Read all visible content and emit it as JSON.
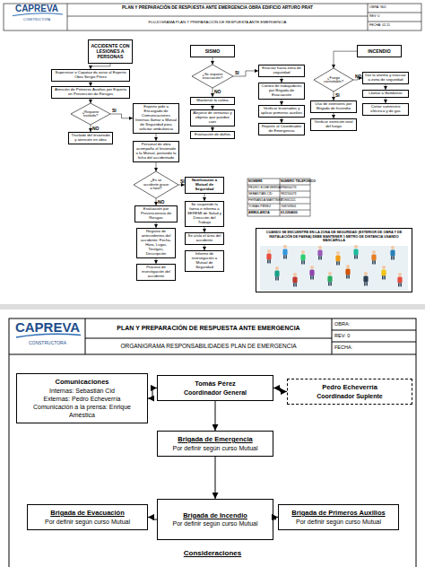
{
  "diagram": {
    "nodes": [
      {
        "text": [
          "ACCIDENTE CON LESIONES A PERSONAS"
        ]
      },
      {
        "text": [
          "SISMO"
        ]
      },
      {
        "text": [
          "INCENDIO"
        ]
      },
      {
        "text": [
          "Supervisor o Capataz da aviso al Experto Obra Sergio Pérez"
        ]
      },
      {
        "text": [
          "Atención de Primeros Auxilios por Experto en Prevención de Riesgos"
        ]
      },
      {
        "text": [
          "¿Requiere traslado?"
        ]
      },
      {
        "text": [
          "Experto pide a Encargado de Comunicaciones Internas llamar a Mutual de Seguridad para solicitar ambulancia"
        ]
      },
      {
        "text": [
          "Traslado del lesionado y atención en obra"
        ]
      },
      {
        "text": [
          "Personal de obra acompaña al lesionado a la Mutual, portando la ficha del accidentado"
        ]
      },
      {
        "text": [
          "¿Es un accidente grave o fatal?"
        ]
      },
      {
        "text": [
          "Notificación a Mutual de Seguridad"
        ]
      },
      {
        "text": [
          "Evaluación por Prevencionista de Riesgos"
        ]
      },
      {
        "text": [
          "Registro de antecedentes del accidente: Fecha, Hora, Lugar, Testigos, Descripción"
        ]
      },
      {
        "text": [
          "Proceso de investigación del accidente"
        ]
      },
      {
        "text": [
          "Se suspende la faena e informa a SEREMI de Salud y Dirección del Trabajo"
        ]
      },
      {
        "text": [
          "Se aísla el área del accidente"
        ]
      },
      {
        "text": [
          "Informe de investigación a Mutual de Seguridad"
        ]
      },
      {
        "text": [
          "¿Se requiere evacuación?"
        ]
      },
      {
        "text": [
          "Mantener la calma"
        ]
      },
      {
        "text": [
          "Alejarse de ventanas y objetos que puedan caer"
        ]
      },
      {
        "text": [
          "Evaluación de daños"
        ]
      },
      {
        "text": [
          "Evacuar hacia zona de seguridad"
        ]
      },
      {
        "text": [
          "Conteo de trabajadores por Brigada de Evacuación"
        ]
      },
      {
        "text": [
          "Verificar lesionados y aplicar primeros auxilios"
        ]
      },
      {
        "text": [
          "Reporte al Coordinador de Emergencia"
        ]
      },
      {
        "text": [
          "¿Fuego controlable?"
        ]
      },
      {
        "text": [
          "Uso de extintores por Brigada de Incendio"
        ]
      },
      {
        "text": [
          "Verificar extinción total del fuego"
        ]
      },
      {
        "text": [
          "Dar la alarma y evacuar a zona de seguridad"
        ]
      },
      {
        "text": [
          "Llamar a Bomberos"
        ]
      },
      {
        "text": [
          "Cortar suministro eléctrico y de gas"
        ]
      },
      {
        "text": [
          "CUANDO SE ENCUENTRE EN LA ZONA DE SEGURIDAD (EXTERIOR DE OBRA Y DE INSTALACIÓN DE FAENA) DEBE MANTENER 1 METRO DE DISTANCIA USANDO MASCARILLA"
        ]
      },
      {
        "text": [
          "Comunicaciones",
          "Internas: Sebastián Cid",
          "Externas: Pedro Echeverría",
          "Comunicación a la prensa: Enrique Améstica"
        ]
      },
      {
        "text": [
          "Tomás Pérez",
          "Coordinador General"
        ]
      },
      {
        "text": [
          "Pedro Echeverría",
          "Coordinador Suplente"
        ]
      },
      {
        "text": [
          "Brigada de Emergencia",
          "Por definir según curso Mutual"
        ]
      },
      {
        "text": [
          "Brigada de Evacuación",
          "Por definir según curso Mutual"
        ]
      },
      {
        "text": [
          "Brigada de Incendio",
          "Por definir según curso Mutual"
        ]
      },
      {
        "text": [
          "Brigada de Primeros Auxilios",
          "Por definir según curso Mutual"
        ]
      }
    ],
    "edges": [
      {
        "from": 0,
        "to": 3,
        "arrow": "to"
      },
      {
        "from": 3,
        "to": 4,
        "arrow": "to"
      },
      {
        "from": 4,
        "to": 5,
        "arrow": "to"
      },
      {
        "from": 5,
        "to": 6,
        "label": "SI",
        "arrow": "to"
      },
      {
        "from": 5,
        "to": 7,
        "label": "NO",
        "arrow": "to"
      },
      {
        "from": 6,
        "to": 8,
        "arrow": "to"
      },
      {
        "from": 8,
        "to": 9,
        "arrow": "to"
      },
      {
        "from": 9,
        "to": 10,
        "label": "SI",
        "arrow": "to"
      },
      {
        "from": 9,
        "to": 11,
        "label": "NO",
        "arrow": "to"
      },
      {
        "from": 11,
        "to": 12,
        "arrow": "to"
      },
      {
        "from": 12,
        "to": 13,
        "arrow": "to"
      },
      {
        "from": 10,
        "to": 14,
        "arrow": "to"
      },
      {
        "from": 14,
        "to": 15,
        "arrow": "to"
      },
      {
        "from": 15,
        "to": 16,
        "arrow": "to"
      },
      {
        "from": 1,
        "to": 17,
        "arrow": "to"
      },
      {
        "from": 17,
        "to": 21,
        "label": "SI",
        "arrow": "to"
      },
      {
        "from": 17,
        "to": 18,
        "label": "NO",
        "arrow": "to"
      },
      {
        "from": 18,
        "to": 19,
        "arrow": "to"
      },
      {
        "from": 19,
        "to": 20,
        "arrow": "to"
      },
      {
        "from": 21,
        "to": 22,
        "arrow": "to"
      },
      {
        "from": 22,
        "to": 23,
        "arrow": "to"
      },
      {
        "from": 23,
        "to": 24,
        "arrow": "to"
      },
      {
        "from": 2,
        "to": 25,
        "arrow": "to"
      },
      {
        "from": 25,
        "to": 26,
        "label": "SI",
        "arrow": "to"
      },
      {
        "from": 25,
        "to": 28,
        "label": "NO",
        "arrow": "to"
      },
      {
        "from": 26,
        "to": 27,
        "arrow": "to"
      },
      {
        "from": 28,
        "to": 29,
        "arrow": "to"
      },
      {
        "from": 29,
        "to": 30,
        "arrow": "to"
      },
      {
        "from": 32,
        "to": 33,
        "arrow": "both"
      },
      {
        "from": 33,
        "to": 34,
        "arrow": "both"
      },
      {
        "from": 33,
        "to": 35,
        "arrow": "to"
      },
      {
        "from": 35,
        "to": 37,
        "arrow": "to"
      },
      {
        "from": 37,
        "to": 36,
        "arrow": "to"
      },
      {
        "from": 37,
        "to": 38,
        "arrow": "to"
      }
    ],
    "labels": [
      "CAPREVA",
      "CONSTRUCTORA",
      "PLAN Y PREPARACIÓN DE RESPUESTA ANTE EMERGENCIA OBRA EDIFICIO ARTURO PRAT",
      "FLUJOGRAMA PLAN Y PREPARACIÓN DE RESPUESTA ANTE EMERGENCIA",
      "OBRA: N01",
      "REV: 0",
      "FECHA: 02-11",
      "NOMBRE",
      "NUMERO TELEFONICO",
      "PEDRO ECHEVERRÍA",
      "998456273",
      "SEBASTIAN CID",
      "982234473",
      "FERNANDA MARTÍNEZ",
      "959461111",
      "TOMÁS PÉREZ",
      "768749801",
      "AMBULANCIA",
      "63-2264600",
      "CAPREVA",
      "CONSTRUCTORA",
      "PLAN Y PREPARACIÓN DE RESPUESTA ANTE EMERGENCIA",
      "ORGANIGRAMA RESPONSABILIDADES PLAN DE EMERGENCIA",
      "OBRA:",
      "REV: 0",
      "FECHA:",
      "Consideraciones"
    ]
  }
}
